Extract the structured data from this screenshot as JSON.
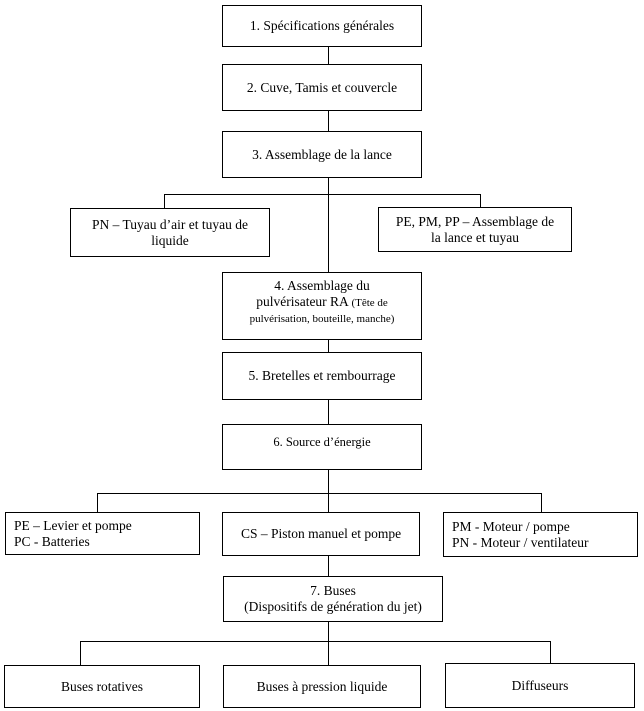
{
  "diagram": {
    "nodes": {
      "n1": {
        "label": "1. Spécifications générales"
      },
      "n2": {
        "label": "2. Cuve, Tamis et couvercle"
      },
      "n3": {
        "label": "3. Assemblage de la lance"
      },
      "pn_tuyau": {
        "line1": "PN – Tuyau d’air et tuyau de",
        "line2": "liquide"
      },
      "pe_pm_pp": {
        "line1": "PE, PM, PP – Assemblage de",
        "line2": "la lance et tuyau"
      },
      "n4": {
        "line1": "4. Assemblage du",
        "line2_main": "pulvérisateur RA",
        "line2_small": "(Tête de",
        "line3_small": "pulvérisation, bouteille, manche)"
      },
      "n5": {
        "label": "5. Bretelles et rembourrage"
      },
      "n6": {
        "label": "6. Source d’énergie"
      },
      "pe_pc": {
        "line1": "PE – Levier et pompe",
        "line2": "PC - Batteries"
      },
      "cs": {
        "label": "CS – Piston manuel et pompe"
      },
      "pm_pn": {
        "line1": "PM - Moteur / pompe",
        "line2": "PN - Moteur / ventilateur"
      },
      "n7": {
        "line1": "7. Buses",
        "line2": "(Dispositifs de génération du jet)"
      },
      "buses_rotatives": {
        "label": "Buses rotatives"
      },
      "buses_pression": {
        "label": "Buses à pression liquide"
      },
      "diffuseurs": {
        "label": "Diffuseurs"
      }
    },
    "colors": {
      "line": "#000000",
      "background": "#ffffff",
      "text": "#000000"
    }
  }
}
